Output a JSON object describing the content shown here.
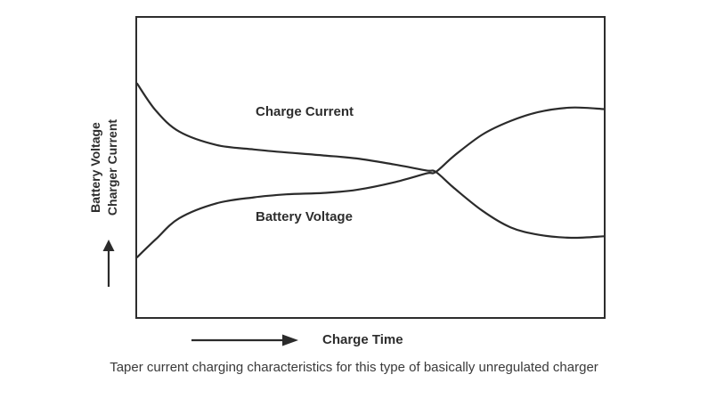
{
  "figure": {
    "y_axis_label_line1": "Battery Voltage",
    "y_axis_label_line2": "Charger Current",
    "x_axis_label": "Charge Time",
    "caption": "Taper current charging characteristics for this type of basically unregulated charger"
  },
  "colors": {
    "line": "#2b2b2b",
    "text": "#2d2d2d",
    "background": "#ffffff"
  },
  "chart_data": {
    "type": "line",
    "title": "",
    "xlabel": "Charge Time",
    "ylabel": "Battery Voltage / Charger Current",
    "x_range": [
      0,
      100
    ],
    "y_range": [
      0,
      100
    ],
    "grid": false,
    "axes_quantitative": false,
    "legend_position": "inline-labels",
    "series": [
      {
        "name": "Charge Current",
        "description": "Starts high and tapers down, crossing the voltage curve late in the charge, then settles low",
        "points": [
          [
            0,
            78
          ],
          [
            4,
            69
          ],
          [
            9,
            62
          ],
          [
            17,
            57.5
          ],
          [
            25,
            56
          ],
          [
            32,
            55
          ],
          [
            40,
            54
          ],
          [
            47,
            53
          ],
          [
            55,
            51
          ],
          [
            62,
            49
          ],
          [
            64,
            48.5
          ],
          [
            68,
            43
          ],
          [
            74,
            35.5
          ],
          [
            80,
            30
          ],
          [
            86,
            27.5
          ],
          [
            93,
            26.5
          ],
          [
            100,
            27
          ]
        ]
      },
      {
        "name": "Battery Voltage",
        "description": "Starts low and rises, crossing the current curve late in the charge, then plateaus high",
        "points": [
          [
            0,
            20
          ],
          [
            4,
            26
          ],
          [
            9,
            33
          ],
          [
            17,
            38
          ],
          [
            25,
            40
          ],
          [
            32,
            41
          ],
          [
            40,
            41.5
          ],
          [
            47,
            42.5
          ],
          [
            55,
            45
          ],
          [
            62,
            48
          ],
          [
            64,
            48.5
          ],
          [
            68,
            54
          ],
          [
            74,
            61
          ],
          [
            80,
            65.5
          ],
          [
            86,
            68.5
          ],
          [
            93,
            70
          ],
          [
            100,
            69.5
          ]
        ]
      }
    ]
  }
}
